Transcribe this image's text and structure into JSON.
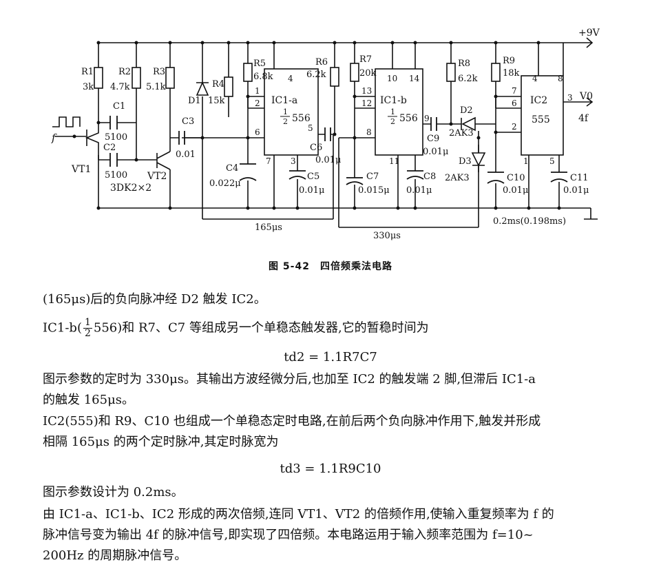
{
  "figure": {
    "caption": "图 5-42　四倍频乘法电路",
    "supply": "+9V",
    "input_label": "f",
    "output": {
      "pin": "3",
      "label": "V0",
      "freq": "4f"
    },
    "transistors": {
      "vt1": "VT1",
      "vt2": "VT2",
      "type": "3DK2×2"
    },
    "resistors": [
      {
        "id": "R1",
        "value": "3k"
      },
      {
        "id": "R2",
        "value": "4.7k"
      },
      {
        "id": "R3",
        "value": "5.1k"
      },
      {
        "id": "R4",
        "value": "15k"
      },
      {
        "id": "R5",
        "value": "6.8k"
      },
      {
        "id": "R6",
        "value": "6.2k"
      },
      {
        "id": "R7",
        "value": "20k"
      },
      {
        "id": "R8",
        "value": "6.2k"
      },
      {
        "id": "R9",
        "value": "18k"
      }
    ],
    "capacitors": [
      {
        "id": "C1",
        "value": "5100"
      },
      {
        "id": "C2",
        "value": "5100"
      },
      {
        "id": "C3",
        "value": "0.01"
      },
      {
        "id": "C4",
        "value": "0.022μ"
      },
      {
        "id": "C5",
        "value": "0.01μ"
      },
      {
        "id": "C6",
        "value": "0.01μ"
      },
      {
        "id": "C7",
        "value": "0.015μ"
      },
      {
        "id": "C8",
        "value": "0.01μ"
      },
      {
        "id": "C9",
        "value": "0.01μ"
      },
      {
        "id": "C10",
        "value": "0.01μ"
      },
      {
        "id": "C11",
        "value": "0.01μ"
      }
    ],
    "diodes": [
      {
        "id": "D1",
        "value": ""
      },
      {
        "id": "D2",
        "value": "2AK3"
      },
      {
        "id": "D3",
        "value": "2AK3"
      }
    ],
    "ic1a": {
      "name": "IC1-a",
      "part_num": "1",
      "part_den": "2",
      "part": "556",
      "pins": [
        "4",
        "1",
        "2",
        "6",
        "5",
        "7",
        "3"
      ]
    },
    "ic1b": {
      "name": "IC1-b",
      "part_num": "1",
      "part_den": "2",
      "part": "556",
      "pins": [
        "10",
        "14",
        "13",
        "12",
        "8",
        "9",
        "11"
      ]
    },
    "ic2": {
      "name": "IC2",
      "part": "555",
      "pins": [
        "4",
        "8",
        "7",
        "6",
        "2",
        "3",
        "1",
        "5"
      ]
    },
    "timing": {
      "t1": "165μs",
      "t2": "330μs",
      "t3": "0.2ms(0.198ms)"
    }
  },
  "text": {
    "p1": "(165μs)后的负向脉冲经 D2 触发 IC2。",
    "p2_pre": "IC1-b(",
    "p2_num": "1",
    "p2_den": "2",
    "p2_post": "556)和 R7、C7 等组成另一个单稳态触发器,它的暂稳时间为",
    "f1": "td2 = 1.1R7C7",
    "p3_l1": "图示参数的定时为 330μs。其输出方波经微分后,也加至 IC2 的触发端 2 脚,但滞后 IC1-a",
    "p3_l2": "的触发 165μs。",
    "p4_l1": "IC2(555)和 R9、C10 也组成一个单稳态定时电路,在前后两个负向脉冲作用下,触发并形成",
    "p4_l2": "相隔 165μs 的两个定时脉冲,其定时脉宽为",
    "f2": "td3 = 1.1R9C10",
    "p5": "图示参数设计为 0.2ms。",
    "p6_l1": "由 IC1-a、IC1-b、IC2 形成的两次倍频,连同 VT1、VT2 的倍频作用,使输入重复频率为 f 的",
    "p6_l2": "脉冲信号变为输出 4f 的脉冲信号,即实现了四倍频。本电路运用于输入频率范围为 f=10~",
    "p6_l3": "200Hz 的周期脉冲信号。"
  }
}
